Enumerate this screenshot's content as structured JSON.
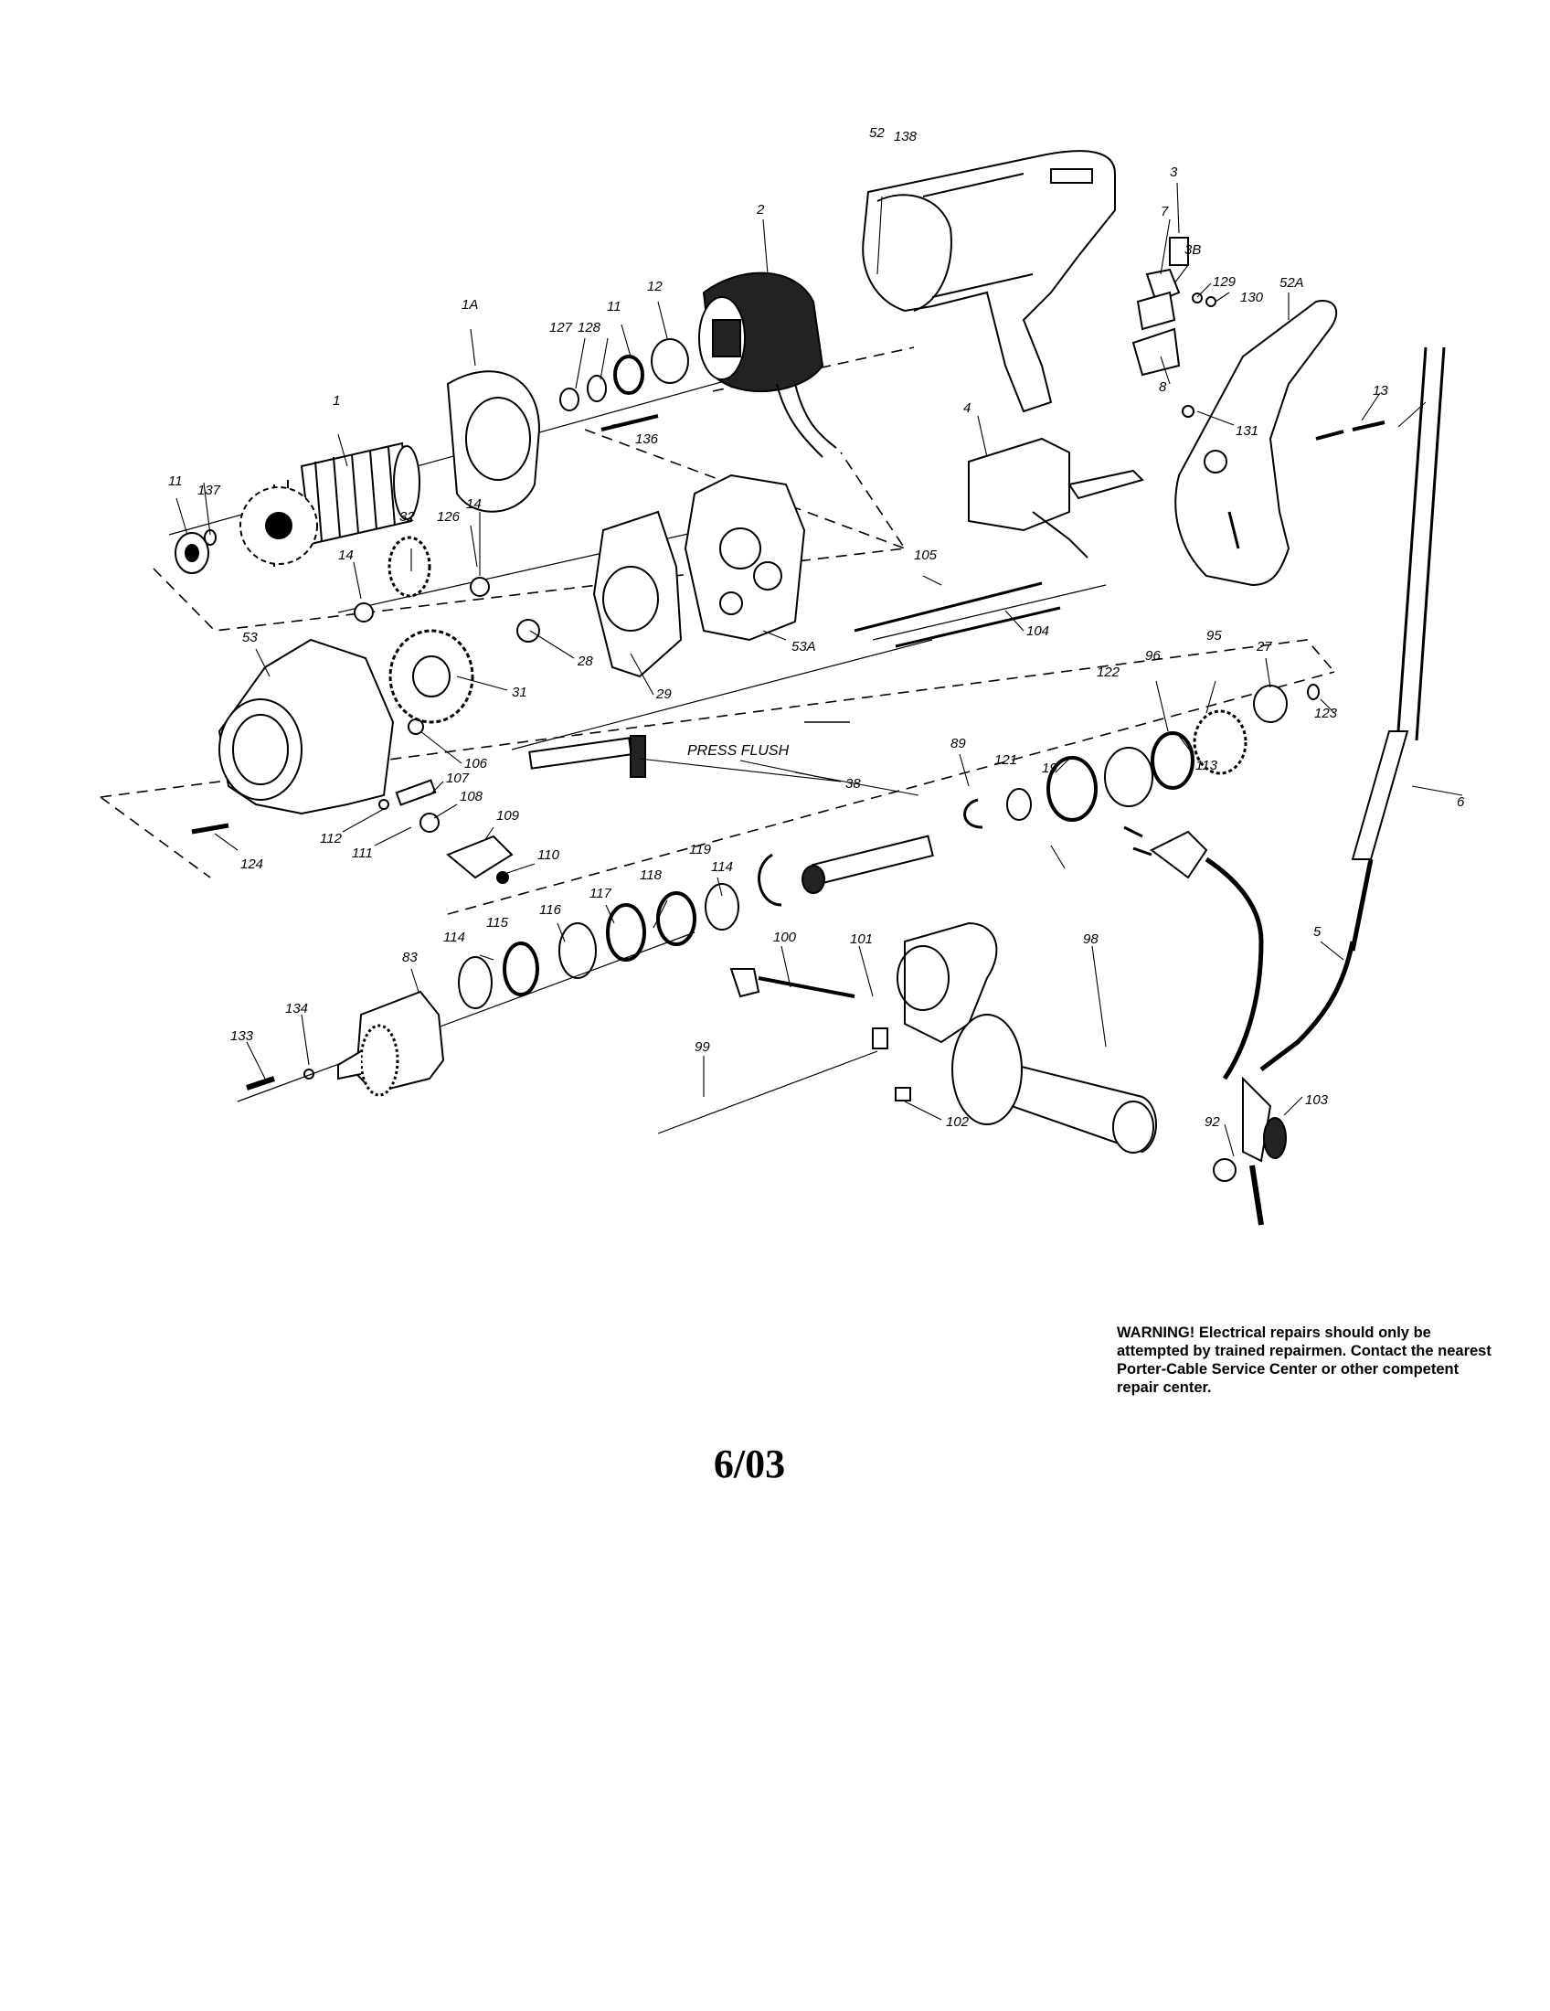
{
  "parts": [
    {
      "id": "p1",
      "label": "1"
    },
    {
      "id": "p1a",
      "label": "1A"
    },
    {
      "id": "p2",
      "label": "2"
    },
    {
      "id": "p3",
      "label": "3"
    },
    {
      "id": "p3b",
      "label": "3B"
    },
    {
      "id": "p4",
      "label": "4"
    },
    {
      "id": "p5",
      "label": "5"
    },
    {
      "id": "p6",
      "label": "6"
    },
    {
      "id": "p7",
      "label": "7"
    },
    {
      "id": "p8",
      "label": "8"
    },
    {
      "id": "p11a",
      "label": "11"
    },
    {
      "id": "p11b",
      "label": "11"
    },
    {
      "id": "p12",
      "label": "12"
    },
    {
      "id": "p13",
      "label": "13"
    },
    {
      "id": "p14a",
      "label": "14"
    },
    {
      "id": "p14b",
      "label": "14"
    },
    {
      "id": "p19",
      "label": "19"
    },
    {
      "id": "p27",
      "label": "27"
    },
    {
      "id": "p28",
      "label": "28"
    },
    {
      "id": "p29",
      "label": "29"
    },
    {
      "id": "p31",
      "label": "31"
    },
    {
      "id": "p32",
      "label": "32"
    },
    {
      "id": "p38",
      "label": "38"
    },
    {
      "id": "p52",
      "label": "52"
    },
    {
      "id": "p52a",
      "label": "52A"
    },
    {
      "id": "p53",
      "label": "53"
    },
    {
      "id": "p53a",
      "label": "53A"
    },
    {
      "id": "p83",
      "label": "83"
    },
    {
      "id": "p89",
      "label": "89"
    },
    {
      "id": "p92",
      "label": "92"
    },
    {
      "id": "p95",
      "label": "95"
    },
    {
      "id": "p96",
      "label": "96"
    },
    {
      "id": "p98",
      "label": "98"
    },
    {
      "id": "p99",
      "label": "99"
    },
    {
      "id": "p100",
      "label": "100"
    },
    {
      "id": "p101",
      "label": "101"
    },
    {
      "id": "p102",
      "label": "102"
    },
    {
      "id": "p103",
      "label": "103"
    },
    {
      "id": "p104",
      "label": "104"
    },
    {
      "id": "p105",
      "label": "105"
    },
    {
      "id": "p106",
      "label": "106"
    },
    {
      "id": "p107",
      "label": "107"
    },
    {
      "id": "p108",
      "label": "108"
    },
    {
      "id": "p109",
      "label": "109"
    },
    {
      "id": "p110",
      "label": "110"
    },
    {
      "id": "p111",
      "label": "111"
    },
    {
      "id": "p112",
      "label": "112"
    },
    {
      "id": "p113",
      "label": "113"
    },
    {
      "id": "p114a",
      "label": "114"
    },
    {
      "id": "p114b",
      "label": "114"
    },
    {
      "id": "p115",
      "label": "115"
    },
    {
      "id": "p116",
      "label": "116"
    },
    {
      "id": "p117",
      "label": "117"
    },
    {
      "id": "p118",
      "label": "118"
    },
    {
      "id": "p119",
      "label": "119"
    },
    {
      "id": "p121",
      "label": "121"
    },
    {
      "id": "p122",
      "label": "122"
    },
    {
      "id": "p123",
      "label": "123"
    },
    {
      "id": "p124",
      "label": "124"
    },
    {
      "id": "p126",
      "label": "126"
    },
    {
      "id": "p127",
      "label": "127"
    },
    {
      "id": "p128",
      "label": "128"
    },
    {
      "id": "p129",
      "label": "129"
    },
    {
      "id": "p130",
      "label": "130"
    },
    {
      "id": "p131",
      "label": "131"
    },
    {
      "id": "p133",
      "label": "133"
    },
    {
      "id": "p134",
      "label": "134"
    },
    {
      "id": "p136",
      "label": "136"
    },
    {
      "id": "p137",
      "label": "137"
    },
    {
      "id": "p138",
      "label": "138"
    }
  ],
  "annotations": {
    "press_flush": "PRESS FLUSH"
  },
  "warning_text": "WARNING! Electrical repairs should only be attempted by trained repairmen. Contact the nearest Porter-Cable Service Center or other competent repair center.",
  "date_code": "6/03"
}
